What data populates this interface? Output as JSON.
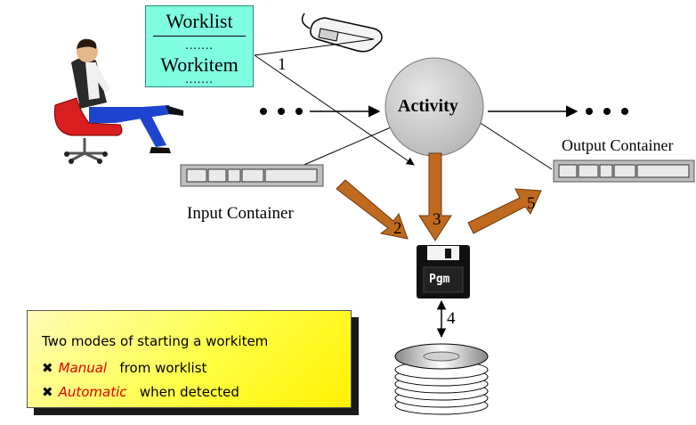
{
  "worklist": {
    "title": "Worklist",
    "dots_top": ".......",
    "item": "Workitem",
    "dots_bottom": "......."
  },
  "activity_label": "Activity",
  "input_container_label": "Input Container",
  "output_container_label": "Output Container",
  "program_label": "Pgm",
  "flow_labels": [
    "1",
    "2",
    "3",
    "4",
    "5"
  ],
  "ellipsis": "• • •",
  "note": {
    "heading": "Two modes of starting a workitem",
    "modes": [
      {
        "name": "Manual",
        "description": "from worklist"
      },
      {
        "name": "Automatic",
        "description": "when detected"
      }
    ],
    "bullet": "✖"
  },
  "colors": {
    "worklist_fill": "#7fffe0",
    "activity_fill": "#c8c8c8",
    "arrow_fill": "#c06a1f",
    "note_fill": "#ffff44",
    "mode_name": "#e10000"
  }
}
